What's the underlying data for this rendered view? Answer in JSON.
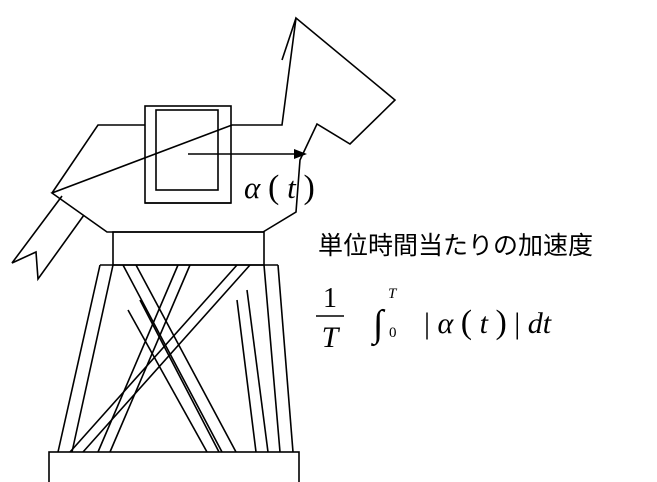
{
  "acceleration_symbol": {
    "alpha": "α",
    "open_paren": "(",
    "variable": "t",
    "close_paren": ")"
  },
  "caption": "単位時間当たりの加速度",
  "formula": {
    "numerator": "1",
    "denominator": "T",
    "integral_sign": "∫",
    "upper_limit": "T",
    "lower_limit": "0",
    "bar_left": "|",
    "alpha": "α",
    "open_paren": "(",
    "variable": "t",
    "close_paren": ")",
    "bar_right": "|",
    "differential": "dt"
  }
}
